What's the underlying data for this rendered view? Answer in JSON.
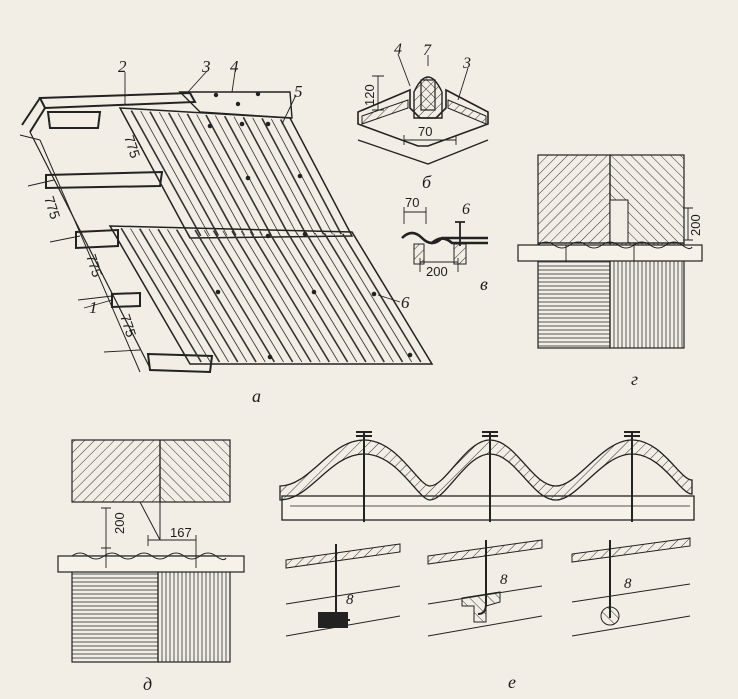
{
  "figure": {
    "panel_a": {
      "letter": "а",
      "callouts": [
        "1",
        "2",
        "3",
        "4",
        "5",
        "6"
      ],
      "dims": [
        "775",
        "775",
        "775",
        "775"
      ]
    },
    "panel_b": {
      "letter": "б",
      "callouts": [
        "4",
        "7",
        "3"
      ],
      "dims": [
        "120",
        "70"
      ]
    },
    "panel_v": {
      "letter": "в",
      "callouts": [
        "6"
      ],
      "dims": [
        "70",
        "200"
      ]
    },
    "panel_g": {
      "letter": "г",
      "dims": [
        "200"
      ]
    },
    "panel_d": {
      "letter": "д",
      "dims": [
        "200",
        "167"
      ]
    },
    "panel_e": {
      "letter": "е",
      "callouts": [
        "8",
        "8",
        "8"
      ]
    }
  },
  "colors": {
    "paper": "#f2eee6",
    "ink": "#222222"
  }
}
